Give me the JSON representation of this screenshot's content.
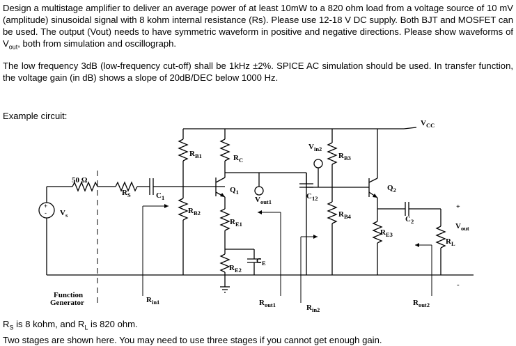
{
  "text": {
    "p1_a": "Design a multistage amplifier to deliver an average power of at least 10mW to a 820 ohm load from a voltage source of 10 mV (amplitude) sinusoidal signal with 8 kohm internal resistance (Rs). Please use 12-18 V DC supply. Both BJT and MOSFET can be used.  The output (Vout) needs to have symmetric waveform in positive and negative directions.  Please show waveforms of V",
    "p1_sub": "out",
    "p1_b": ", both from simulation and oscillograph.",
    "p2": "The low frequency 3dB (low-frequency cut-off) shall be 1kHz ±2%. SPICE AC simulation should be used.  In transfer function, the voltage gain (in dB) shows a slope of 20dB/DEC below 1000 Hz.",
    "example": "Example circuit:",
    "footer1_a": "R",
    "footer1_s1": "S",
    "footer1_b": " is 8 kohm, and R",
    "footer1_s2": "L",
    "footer1_c": " is 820 ohm.",
    "footer2": "Two stages are shown here.  You may need to use three stages if you cannot get enough gain."
  },
  "circuit": {
    "r50": "50 Ω",
    "vs": "V",
    "vs_sub": "s",
    "rs": "R",
    "rs_sub": "S",
    "c1": "C",
    "c1_sub": "1",
    "rb1": "R",
    "rb1_sub": "B1",
    "rb2": "R",
    "rb2_sub": "B2",
    "rc": "R",
    "rc_sub": "C",
    "q1": "Q",
    "q1_sub": "1",
    "re1": "R",
    "re1_sub": "E1",
    "re2": "R",
    "re2_sub": "E2",
    "ce": "C",
    "ce_sub": "E",
    "vout1": "V",
    "vout1_sub": "out1",
    "vin2": "V",
    "vin2_sub": "in2",
    "c12": "C",
    "c12_sub": "12",
    "rb3": "R",
    "rb3_sub": "B3",
    "rb4": "R",
    "rb4_sub": "B4",
    "q2": "Q",
    "q2_sub": "2",
    "re3": "R",
    "re3_sub": "E3",
    "c2": "C",
    "c2_sub": "2",
    "vcc": "V",
    "vcc_sub": "CC",
    "rl": "R",
    "rl_sub": "L",
    "vout": "V",
    "vout_sub": "out",
    "plus": "+",
    "minus": "-",
    "fg1": "Function",
    "fg2": "Generator",
    "rin1": "R",
    "rin1_sub": "in1",
    "rout1": "R",
    "rout1_sub": "out1",
    "rin2": "R",
    "rin2_sub": "in2",
    "rout2": "R",
    "rout2_sub": "out2"
  }
}
